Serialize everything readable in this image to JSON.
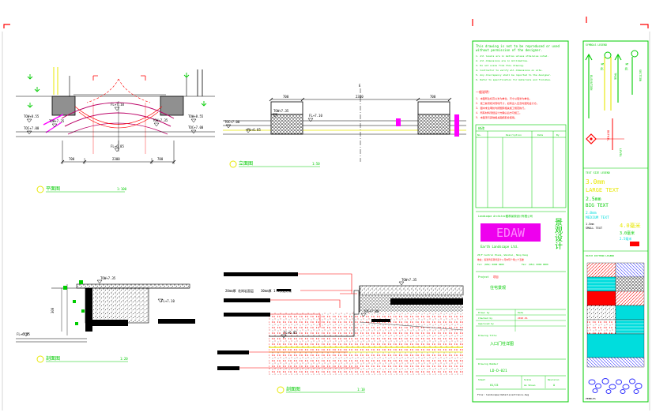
{
  "colors": {
    "cad_green": "#00cc00",
    "cad_cyan": "#00dddd",
    "cad_red": "#ff0000",
    "cad_yellow": "#e8e800",
    "cad_magenta": "#ff00ff",
    "cad_blue": "#3333ff",
    "brand_magenta": "#ee00ee"
  },
  "plan": {
    "tow_left": "TOW+8.55",
    "toc_left": "TOC+7.00",
    "tow_a": "TOW+7.35",
    "tow_b": "TOW+7.35",
    "fl_top": "FL+7.10",
    "fl_bottom": "FL+6.85",
    "tow_right": "TOW+8.55",
    "toc_right": "TOC+7.00",
    "dim_left": "700",
    "dim_mid": "2300",
    "dim_right": "700",
    "title": "平面图",
    "scale": "1:100"
  },
  "elevation": {
    "toc": "TOC+7.00",
    "fl_left": "FL+6.85",
    "tow": "TOW+7.35",
    "fl": "FL+7.10",
    "dim_left": "700",
    "dim_mid": "2300",
    "dim_right": "700",
    "center_mark": "E",
    "title": "立面图",
    "scale": "1:50"
  },
  "section_small": {
    "tow": "TOW+7.35",
    "fl_right": "FL+7.10",
    "fl_left": "FL+6.85",
    "dim": "300",
    "title": "剖面图",
    "scale": "1:20"
  },
  "section_large": {
    "tow": "TOW+7.35",
    "toc": "TOC+7.00",
    "top_note_1": "20mm厚 花岗岩面层",
    "top_note_2": "30mm厚 1:3水泥砂浆",
    "fl": "FL+6.85",
    "title": "剖面图",
    "scale": "1:10"
  },
  "notes_panel": {
    "head_lines": [
      "This drawing is not to be reproduced or used",
      "without permission of the designer."
    ],
    "en_notes": [
      "1. All levels are in metres unless otherwise noted.",
      "2. All dimensions are in millimetres.",
      "3. Do not scale from this drawing.",
      "4. Contractor to verify all dimensions on site.",
      "5. Any discrepancy shall be reported to the designer.",
      "6. Refer to specification for materials and finishes."
    ],
    "cn_title": "一般说明：",
    "cn_notes": [
      "1. 本图所注标高以米为单位，尺寸以毫米为单位。",
      "2. 施工前须核对现场尺寸，如有出入应及时通知设计方。",
      "3. 图中未注明处均按国家相关施工规范执行。",
      "4. 所有材料须经设计方确认后方可施工。",
      "5. 本图须与其他相关图纸配合使用。"
    ],
    "table_title": "修改",
    "table_headers": [
      "No.",
      "Description",
      "Date",
      "By"
    ],
    "company_label": "Landscape Architect",
    "company_cn": "园林景观设计有限公司",
    "brand": "EDAW",
    "brand_sub": "Earth Landscape Ltd.",
    "company_address": "25/F Central Plaza, Wanchai, Hong Kong",
    "company_cn_address": "地址：香港湾仔港湾道十八号中环广场二十五楼",
    "company_phone": "Tel: (852) 0000 0000",
    "company_fax": "Fax: (852) 0000 0000",
    "vertical_title": "景观设计",
    "project_label": "Project",
    "project_cn": "项目",
    "project_name": "住宅景观",
    "drawn_by": "Drawn by",
    "checked_by": "Checked by",
    "approved_by": "Approved by",
    "date_label": "Date",
    "date_value": "2010.01",
    "drawing_title_label": "Drawing Title",
    "drawing_title": "入口门柱详图",
    "drawing_number_label": "Drawing Number",
    "drawing_number": "LD-D-021",
    "revision_label": "Revision",
    "revision": "A",
    "sheet_label": "Sheet",
    "sheet": "01/15",
    "scale_label": "Scale",
    "scale_value": "As Shown",
    "footer_text": "File: landscape/details/entrance.dwg"
  },
  "legend_panel": {
    "header": "SYMBOLS LEGEND",
    "north_1": "N 北",
    "north_2": "N 北",
    "label_a": "TREE",
    "label_b": "ELEVATION",
    "label_c": "SECTION",
    "label_d": "DETAIL",
    "label_e": "LEVEL",
    "text_size_header": "TEXT SIZE LEGEND",
    "size_1": "3.0mm",
    "size_1_label": "LARGE TEXT",
    "size_2": "2.5mm",
    "size_2_label": "BIG TEXT",
    "size_3": "2.0mm",
    "size_3_label": "MEDIUM TEXT",
    "size_4": "1.5mm",
    "size_4_label": "SMALL TEXT",
    "cn_size_1": "4.0毫米",
    "cn_size_2": "3.0毫米",
    "cn_size_3": "2.5毫米",
    "hatch_header": "HATCH PATTERN LEGEND",
    "footer": "PEBBLES"
  }
}
